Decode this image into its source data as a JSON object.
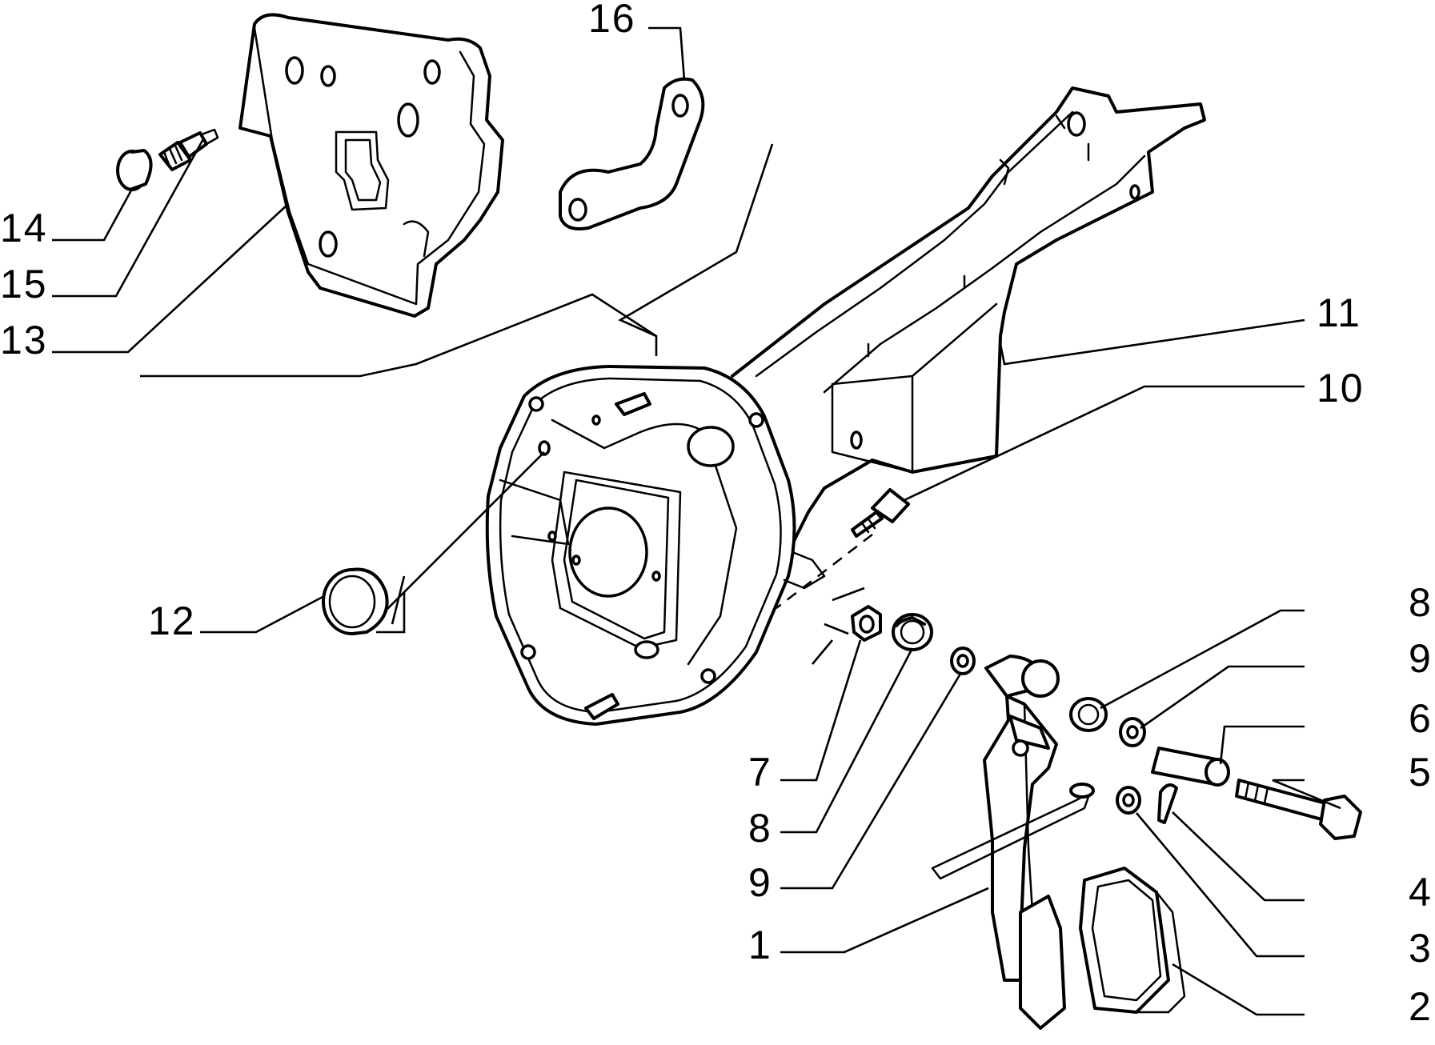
{
  "diagram": {
    "callouts": [
      {
        "id": "c16",
        "text": "16",
        "part": "bracket"
      },
      {
        "id": "c14",
        "text": "14",
        "part": "cap"
      },
      {
        "id": "c15",
        "text": "15",
        "part": "stud"
      },
      {
        "id": "c13",
        "text": "13",
        "part": "cover-plate"
      },
      {
        "id": "c11",
        "text": "11",
        "part": "support-bracket"
      },
      {
        "id": "c10",
        "text": "10",
        "part": "screw"
      },
      {
        "id": "c12",
        "text": "12",
        "part": "grommet"
      },
      {
        "id": "c8a",
        "text": "8",
        "part": "bush"
      },
      {
        "id": "c9a",
        "text": "9",
        "part": "washer"
      },
      {
        "id": "c6",
        "text": "6",
        "part": "spacer-tube"
      },
      {
        "id": "c5",
        "text": "5",
        "part": "bolt"
      },
      {
        "id": "c7",
        "text": "7",
        "part": "nut"
      },
      {
        "id": "c8b",
        "text": "8",
        "part": "bush"
      },
      {
        "id": "c9b",
        "text": "9",
        "part": "washer"
      },
      {
        "id": "c4",
        "text": "4",
        "part": "split-pin"
      },
      {
        "id": "c1",
        "text": "1",
        "part": "pedal"
      },
      {
        "id": "c3",
        "text": "3",
        "part": "washer"
      },
      {
        "id": "c2",
        "text": "2",
        "part": "pedal-pad"
      }
    ]
  }
}
